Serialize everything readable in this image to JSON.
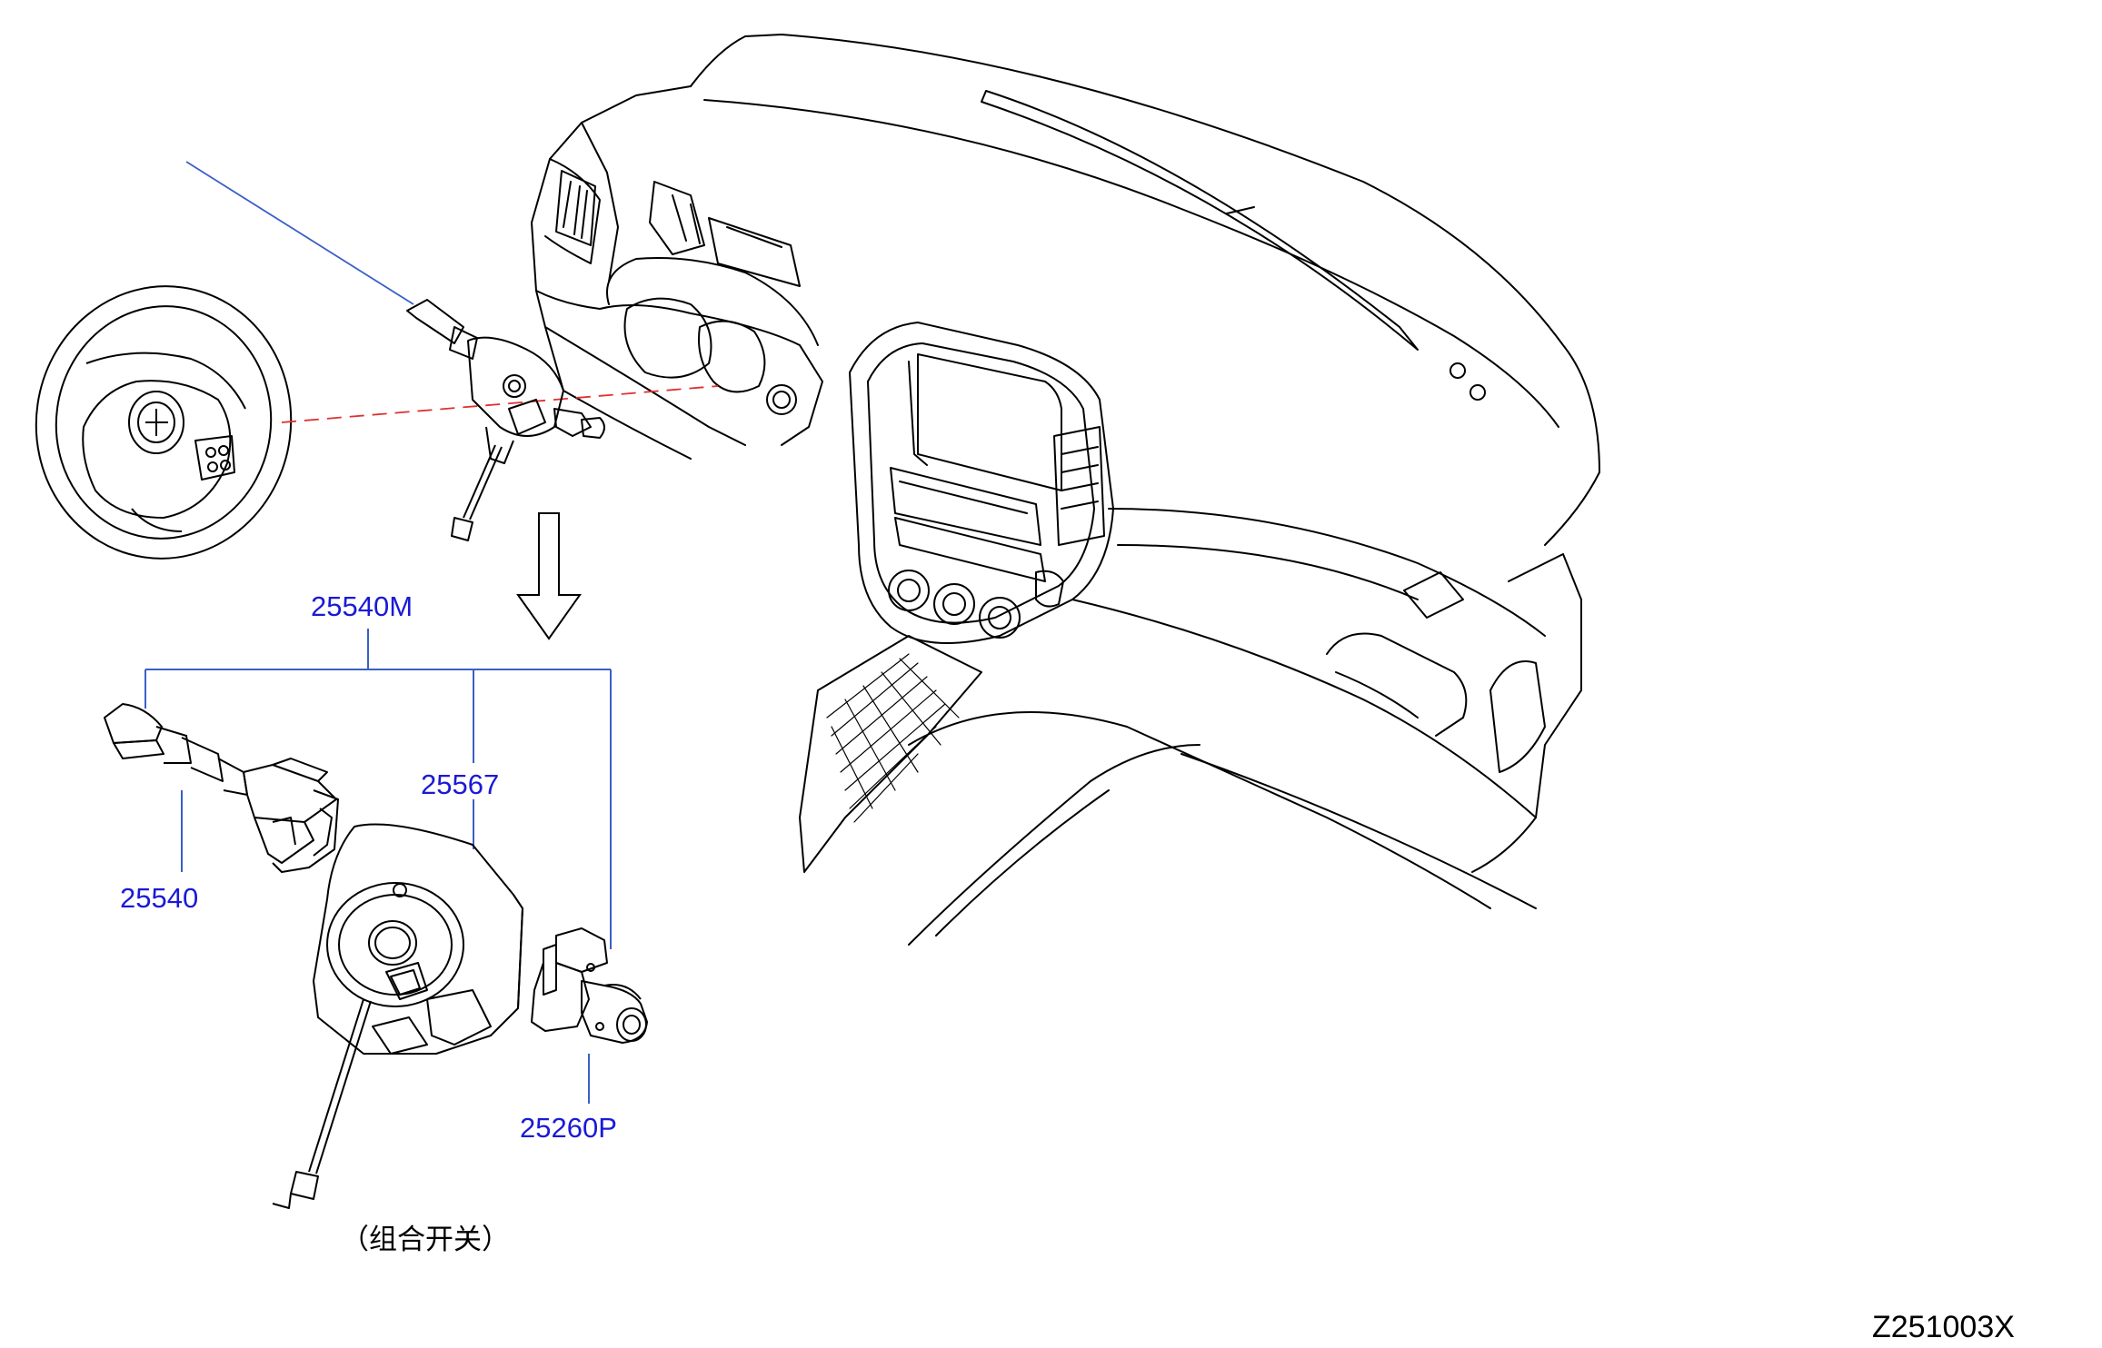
{
  "diagram_code": "Z251003X",
  "note": "（组合开关）",
  "callouts": [
    {
      "id": "assembly",
      "part_no": "25540M"
    },
    {
      "id": "clock-spring",
      "part_no": "25567"
    },
    {
      "id": "wiper-switch",
      "part_no": "25540"
    },
    {
      "id": "light-switch",
      "part_no": "25260P"
    }
  ],
  "colors": {
    "line": "#000000",
    "leader": "#3a5fc8",
    "label": "#1a1ad6",
    "hidden_line": "#e03030"
  }
}
